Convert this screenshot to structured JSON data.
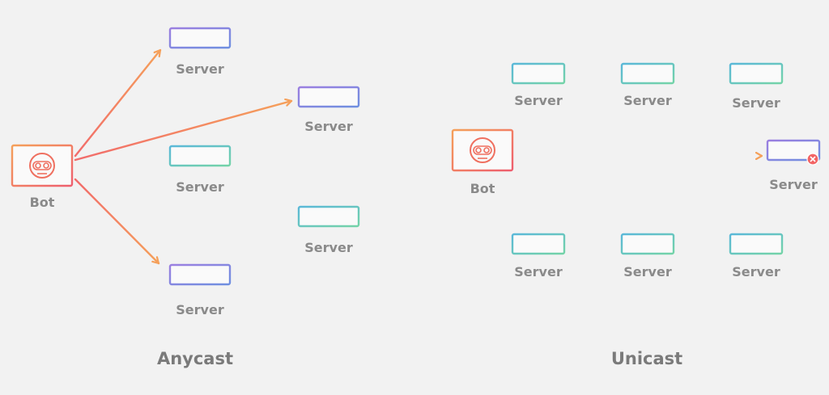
{
  "anycast": {
    "title": "Anycast",
    "bot_label": "Bot",
    "servers": [
      {
        "label": "Server",
        "style": "purple",
        "targeted": true
      },
      {
        "label": "Server",
        "style": "purple",
        "targeted": true
      },
      {
        "label": "Server",
        "style": "teal",
        "targeted": false
      },
      {
        "label": "Server",
        "style": "teal",
        "targeted": false
      },
      {
        "label": "Server",
        "style": "purple",
        "targeted": true
      }
    ]
  },
  "unicast": {
    "title": "Unicast",
    "bot_label": "Bot",
    "servers": [
      {
        "label": "Server",
        "style": "teal",
        "targeted": false
      },
      {
        "label": "Server",
        "style": "teal",
        "targeted": false
      },
      {
        "label": "Server",
        "style": "teal",
        "targeted": false
      },
      {
        "label": "Server",
        "style": "purple",
        "targeted": true,
        "status": "error"
      },
      {
        "label": "Server",
        "style": "teal",
        "targeted": false
      },
      {
        "label": "Server",
        "style": "teal",
        "targeted": false
      },
      {
        "label": "Server",
        "style": "teal",
        "targeted": false
      }
    ]
  },
  "colors": {
    "arrow_start": "#f26b6b",
    "arrow_end": "#f5a05a",
    "purple_server": "#7b6fd6",
    "teal_server": "#5cc6c0",
    "bot_outline": "#f07a5a",
    "error": "#f26464",
    "background": "#f2f2f2"
  }
}
